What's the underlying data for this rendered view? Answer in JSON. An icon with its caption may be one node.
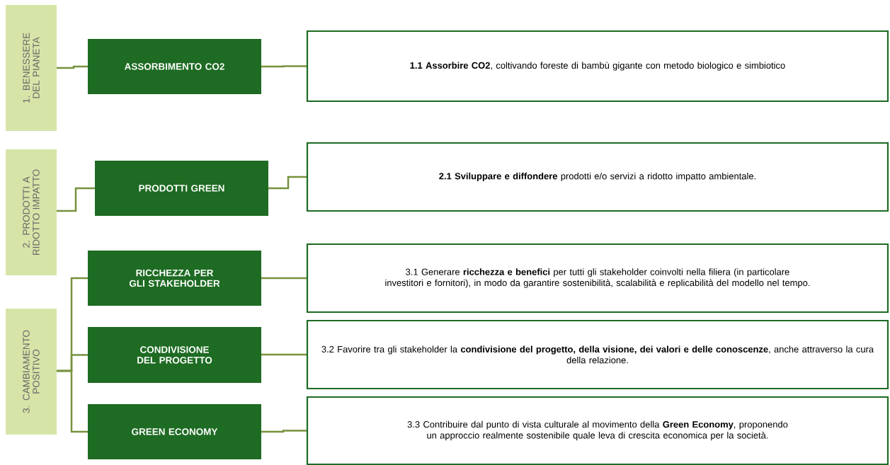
{
  "diagram": {
    "nodes": [
      {
        "text": [
          "1. BENESSERE DEL PIANETA"
        ]
      },
      {
        "text": [
          "ASSORBIMENTO CO2"
        ]
      },
      {
        "text": [
          "**1.1 Assorbire CO2**, coltivando foreste di bambù gigante con metodo biologico e simbiotico"
        ]
      },
      {
        "text": [
          "2. PRODOTTI A RIDOTTO IMPATTO"
        ]
      },
      {
        "text": [
          "PRODOTTI GREEN"
        ]
      },
      {
        "text": [
          "**2.1 Sviluppare e diffondere** prodotti e/o servizi a ridotto impatto ambientale."
        ]
      },
      {
        "text": [
          "3. CAMBIAMENTO POSITIVO"
        ]
      },
      {
        "text": [
          "RICCHEZZA PER GLI STAKEHOLDER"
        ]
      },
      {
        "text": [
          "3.1 Generare **ricchezza e benefici** per tutti gli stakeholder coinvolti nella filiera (in particolare investitori e fornitori), in modo da garantire sostenibilità, scalabilità e replicabilità del modello nel tempo."
        ]
      },
      {
        "text": [
          "CONDIVISIONE DEL PROGETTO"
        ]
      },
      {
        "text": [
          "3.2 Favorire tra gli stakeholder la **condivisione del progetto, della visione, dei valori e delle conoscenze**, anche attraverso la cura della relazione."
        ]
      },
      {
        "text": [
          "GREEN ECONOMY"
        ]
      },
      {
        "text": [
          "3.3 Contribuire dal punto di vista culturale al movimento della **Green Economy**, proponendo un approccio realmente sostenibile quale leva di crescita economica per la società."
        ]
      }
    ],
    "edges": [
      {
        "from": 0,
        "to": 1,
        "arrow": "none"
      },
      {
        "from": 1,
        "to": 2,
        "arrow": "none"
      },
      {
        "from": 3,
        "to": 4,
        "arrow": "none"
      },
      {
        "from": 4,
        "to": 5,
        "arrow": "none"
      },
      {
        "from": 6,
        "to": 7,
        "arrow": "none"
      },
      {
        "from": 6,
        "to": 9,
        "arrow": "none"
      },
      {
        "from": 6,
        "to": 11,
        "arrow": "none"
      },
      {
        "from": 7,
        "to": 8,
        "arrow": "none"
      },
      {
        "from": 9,
        "to": 10,
        "arrow": "none"
      },
      {
        "from": 11,
        "to": 12,
        "arrow": "none"
      }
    ]
  }
}
